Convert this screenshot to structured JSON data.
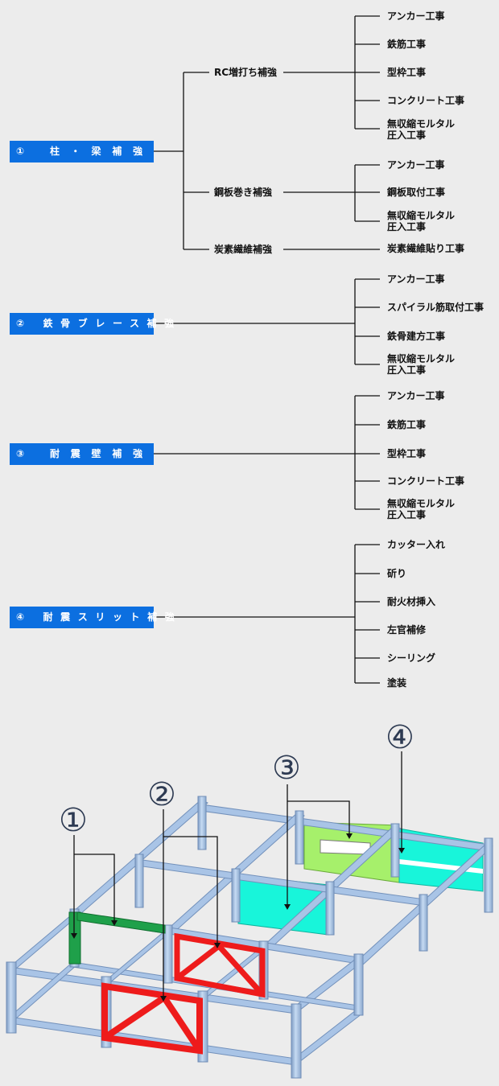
{
  "categories": [
    {
      "label": "① 柱・梁補強",
      "subgroups": [
        {
          "label": "RC増打ち補強",
          "leaves": [
            "アンカー工事",
            "鉄筋工事",
            "型枠工事",
            "コンクリート工事",
            "無収縮モルタル\n圧入工事"
          ]
        },
        {
          "label": "鋼板巻き補強",
          "leaves": [
            "アンカー工事",
            "鋼板取付工事",
            "無収縮モルタル\n圧入工事"
          ]
        },
        {
          "label": "炭素繊維補強",
          "leaves": [
            "炭素繊維貼り工事"
          ]
        }
      ]
    },
    {
      "label": "② 鉄骨ブレース補強",
      "leaves": [
        "アンカー工事",
        "スパイラル筋取付工事",
        "鉄骨建方工事",
        "無収縮モルタル\n圧入工事"
      ]
    },
    {
      "label": "③ 耐震壁補強",
      "leaves": [
        "アンカー工事",
        "鉄筋工事",
        "型枠工事",
        "コンクリート工事",
        "無収縮モルタル\n圧入工事"
      ]
    },
    {
      "label": "④ 耐震スリット補強",
      "leaves": [
        "カッター入れ",
        "斫り",
        "耐火材挿入",
        "左官補修",
        "シーリング",
        "塗装"
      ]
    }
  ],
  "callouts": [
    "①",
    "②",
    "③",
    "④"
  ],
  "colors": {
    "category_bg": "#0c6fe0",
    "frame": "#a9c4e6",
    "column_beam": "#1fa04a",
    "brace": "#ee1b1b",
    "shear_wall": "#18f5da",
    "slit_wall": "#a6f06b"
  }
}
